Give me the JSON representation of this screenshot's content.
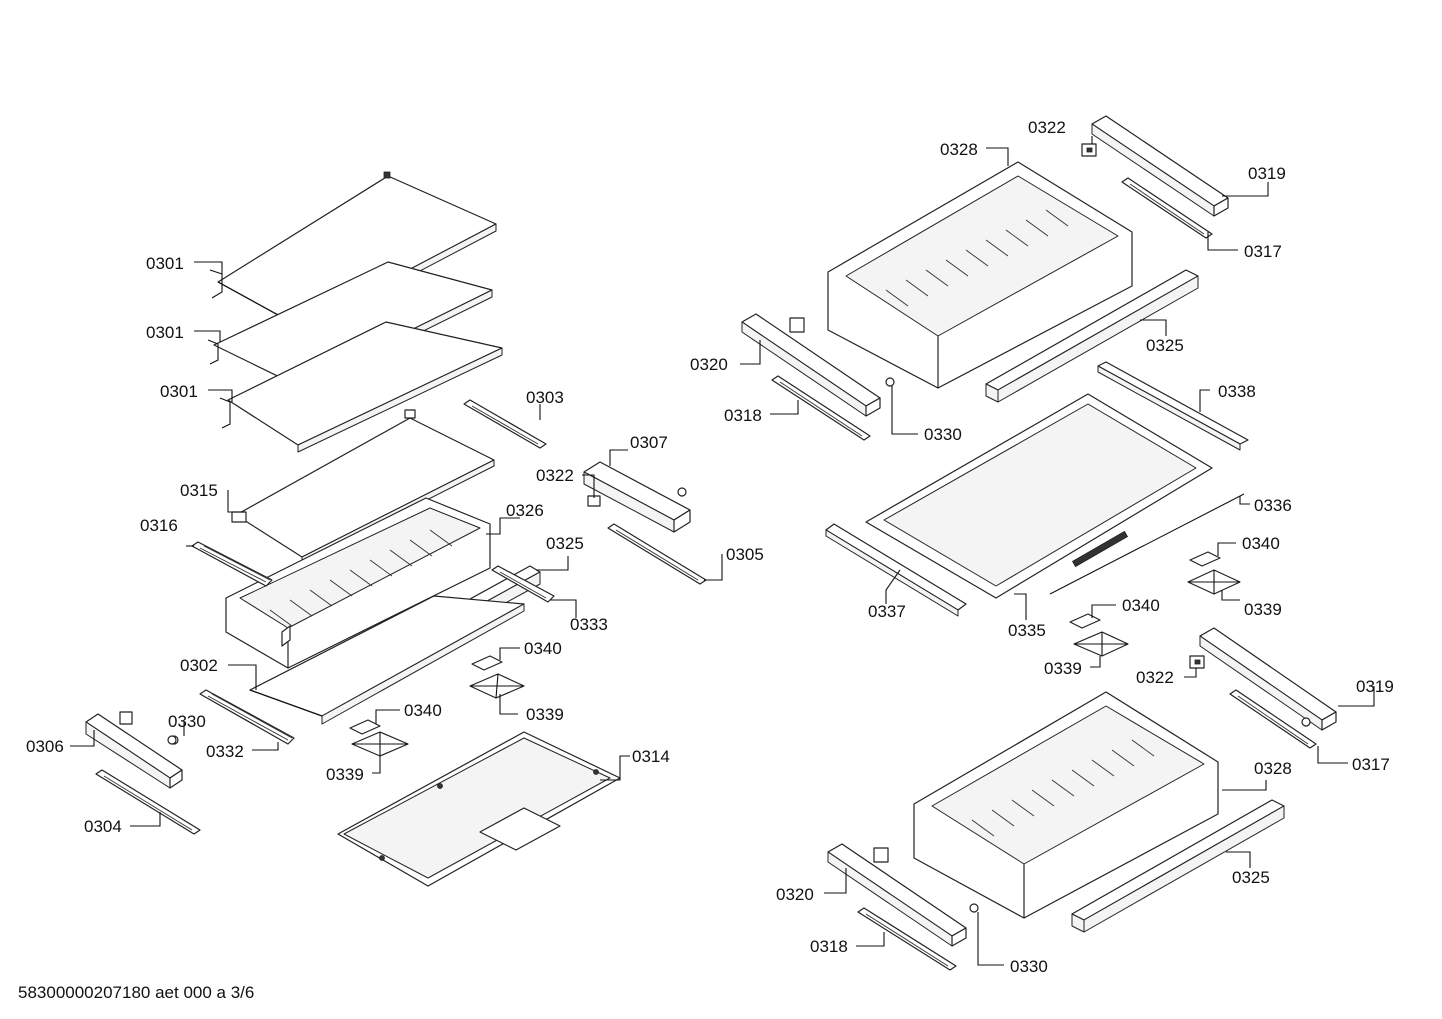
{
  "document_code": "58300000207180 aet 000 a 3/6",
  "labels": {
    "p0301a": "0301",
    "p0301b": "0301",
    "p0301c": "0301",
    "p0303": "0303",
    "p0307": "0307",
    "p0322a": "0322",
    "p0315": "0315",
    "p0326": "0326",
    "p0316": "0316",
    "p0325a": "0325",
    "p0305": "0305",
    "p0333": "0333",
    "p0340a": "0340",
    "p0302": "0302",
    "p0330a": "0330",
    "p0340b": "0340",
    "p0339a": "0339",
    "p0306": "0306",
    "p0332": "0332",
    "p0339b": "0339",
    "p0314": "0314",
    "p0304": "0304",
    "p0322b": "0322",
    "p0328a": "0328",
    "p0319a": "0319",
    "p0317a": "0317",
    "p0325b": "0325",
    "p0320a": "0320",
    "p0338": "0338",
    "p0318a": "0318",
    "p0330b": "0330",
    "p0336": "0336",
    "p0340c": "0340",
    "p0337": "0337",
    "p0339c": "0339",
    "p0340d": "0340",
    "p0335": "0335",
    "p0339d": "0339",
    "p0322c": "0322",
    "p0319b": "0319",
    "p0317b": "0317",
    "p0328b": "0328",
    "p0325c": "0325",
    "p0320b": "0320",
    "p0318b": "0318",
    "p0330c": "0330"
  }
}
